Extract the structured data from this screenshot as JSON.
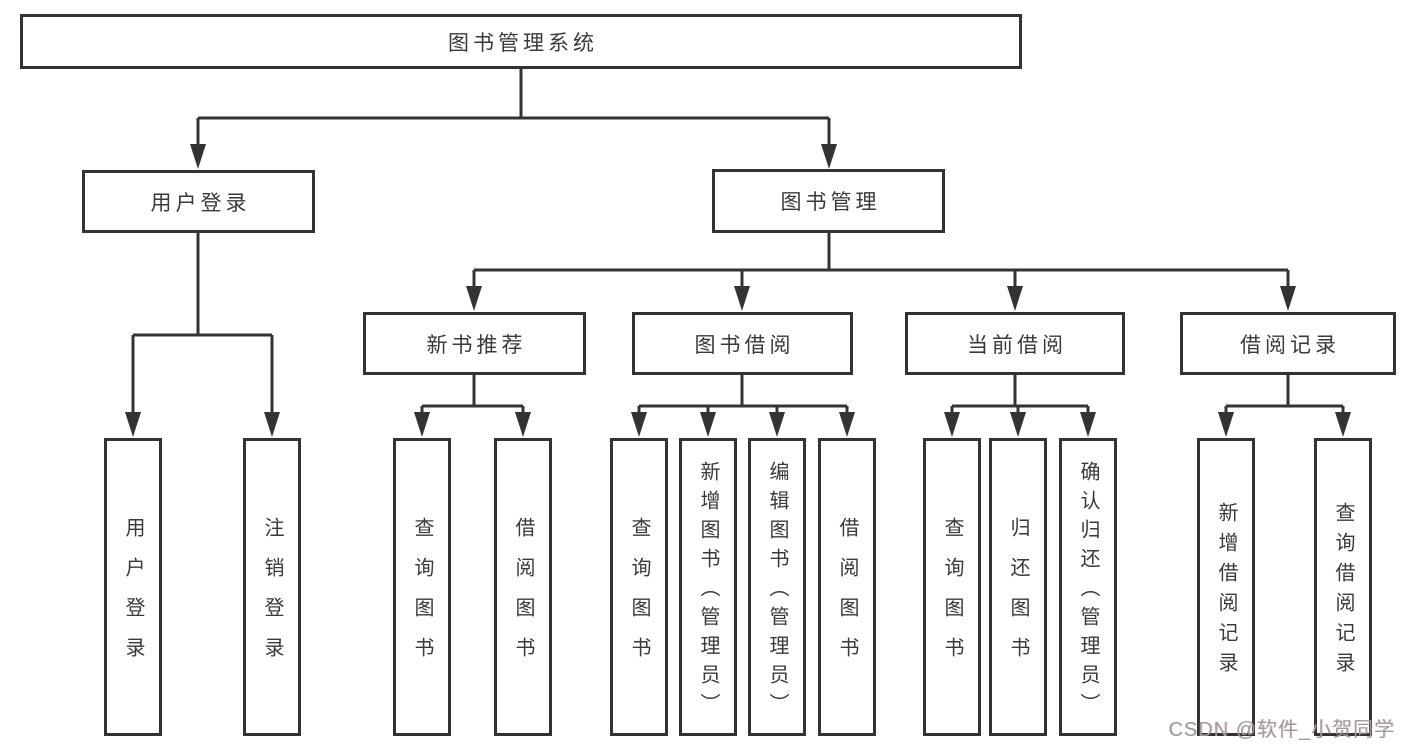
{
  "colors": {
    "line": "#333333",
    "box_border": "#333333",
    "label_text": "#3a3a3a",
    "background": "#ffffff",
    "watermark_text": "#9c9c9c"
  },
  "tree": {
    "root": {
      "label": "图书管理系统"
    },
    "branches": [
      {
        "label": "用户登录",
        "children": [
          {
            "label": "用户登录"
          },
          {
            "label": "注销登录"
          }
        ]
      },
      {
        "label": "图书管理",
        "groups": [
          {
            "label": "新书推荐",
            "children": [
              {
                "label": "查询图书"
              },
              {
                "label": "借阅图书"
              }
            ]
          },
          {
            "label": "图书借阅",
            "children": [
              {
                "label": "查询图书"
              },
              {
                "label": "新增图书（管理员）"
              },
              {
                "label": "编辑图书（管理员）"
              },
              {
                "label": "借阅图书"
              }
            ]
          },
          {
            "label": "当前借阅",
            "children": [
              {
                "label": "查询图书"
              },
              {
                "label": "归还图书"
              },
              {
                "label": "确认归还（管理员）"
              }
            ]
          },
          {
            "label": "借阅记录",
            "children": [
              {
                "label": "新增借阅记录"
              },
              {
                "label": "查询借阅记录"
              }
            ]
          }
        ]
      }
    ]
  },
  "watermark": {
    "text": "CSDN @软件_小贺同学"
  }
}
